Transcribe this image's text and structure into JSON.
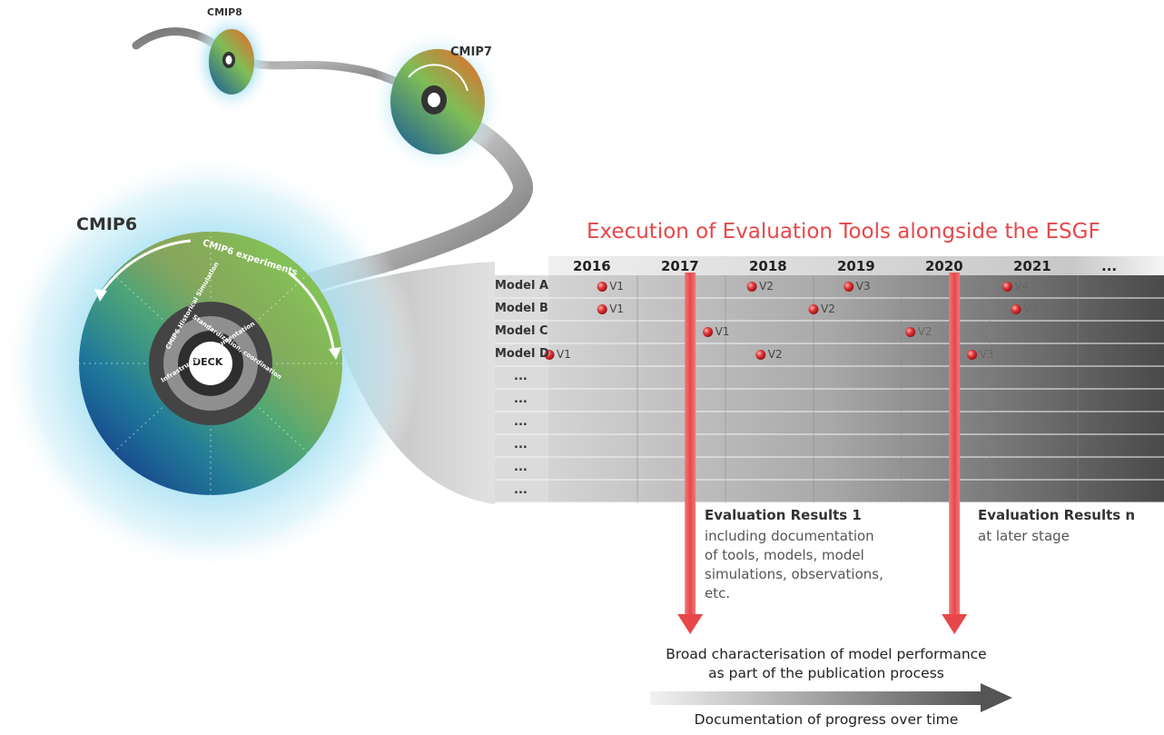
{
  "cycles": {
    "cmip6": {
      "label": "CMIP6",
      "center": "DECK",
      "ring_outer": "CMIP6 experiments",
      "ring_inner_1": "Standardization, coordination",
      "ring_inner_2": "CMIP6 Historical Simulation",
      "ring_inner_3": "Infrastructure, documentation"
    },
    "cmip7": {
      "label": "CMIP7"
    },
    "cmip8": {
      "label": "CMIP8"
    }
  },
  "timeline": {
    "title": "Execution of Evaluation Tools alongside the ESGF",
    "years": [
      "2016",
      "2017",
      "2018",
      "2019",
      "2020",
      "2021",
      "..."
    ],
    "rows": [
      {
        "label": "Model A",
        "versions": [
          {
            "name": "V1",
            "year": 2016.6
          },
          {
            "name": "V2",
            "year": 2018.3
          },
          {
            "name": "V3",
            "year": 2019.4
          },
          {
            "name": "V4",
            "year": 2021.2
          }
        ]
      },
      {
        "label": "Model B",
        "versions": [
          {
            "name": "V1",
            "year": 2016.6
          },
          {
            "name": "V2",
            "year": 2019.0
          },
          {
            "name": "V3",
            "year": 2021.3
          }
        ]
      },
      {
        "label": "Model C",
        "versions": [
          {
            "name": "V1",
            "year": 2017.8
          },
          {
            "name": "V2",
            "year": 2020.1
          }
        ]
      },
      {
        "label": "Model D",
        "versions": [
          {
            "name": "V1",
            "year": 2016.0
          },
          {
            "name": "V2",
            "year": 2018.4
          },
          {
            "name": "V3",
            "year": 2020.8
          }
        ]
      },
      {
        "label": "...",
        "versions": []
      },
      {
        "label": "...",
        "versions": []
      },
      {
        "label": "...",
        "versions": []
      },
      {
        "label": "...",
        "versions": []
      },
      {
        "label": "...",
        "versions": []
      },
      {
        "label": "...",
        "versions": []
      }
    ],
    "markers": [
      {
        "year": 2017.6
      },
      {
        "year": 2020.6
      }
    ]
  },
  "results": {
    "first": {
      "heading": "Evaluation Results 1",
      "lines": [
        "including documentation",
        "of tools, models, model",
        "simulations, observations,",
        "etc."
      ]
    },
    "later": {
      "heading": "Evaluation Results n",
      "lines": [
        "at later stage"
      ]
    }
  },
  "footer": {
    "characterisation": [
      "Broad characterisation of model performance",
      "as part of the publication process"
    ],
    "progress": "Documentation of progress over time"
  },
  "colors": {
    "accent_red": "#e8474a",
    "dot_red": "#d9262b"
  }
}
